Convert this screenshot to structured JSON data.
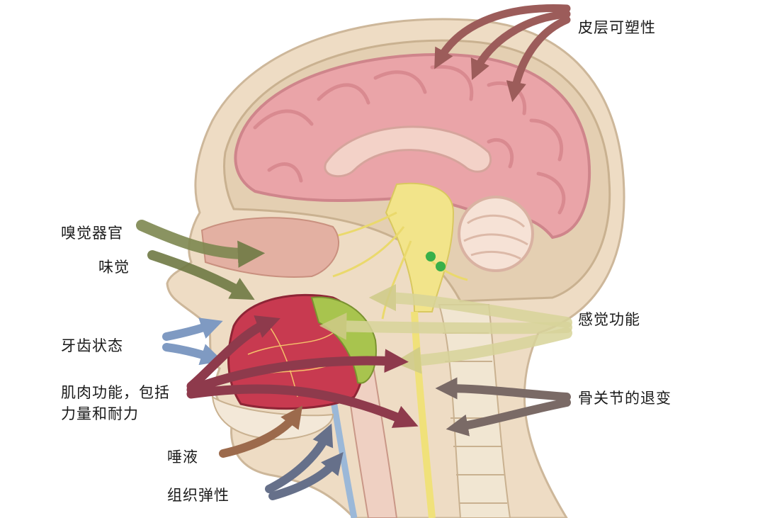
{
  "labels": {
    "cortical_plasticity": "皮层可塑性",
    "olfactory_organ": "嗅觉器官",
    "taste": "味觉",
    "sensory_function": "感觉功能",
    "dental_state": "牙齿状态",
    "muscle_function_line1": "肌肉功能，包括",
    "muscle_function_line2": "力量和耐力",
    "bone_joint_degeneration": "骨关节的退变",
    "saliva": "唾液",
    "tissue_elasticity": "组织弹性"
  },
  "colors": {
    "skin": "#eedcc4",
    "brain": "#eaa4a8",
    "brain_fold": "#d98a90",
    "nerve_yellow": "#f2e48a",
    "tongue": "#c83a50",
    "arrow_plasticity": "#9c5c5a",
    "arrow_olfactory": "#7e8850",
    "arrow_sensory": "#d8d49a",
    "arrow_dental": "#7f9ac2",
    "arrow_muscle": "#8e3a4c",
    "arrow_bone": "#7a6a66",
    "arrow_saliva": "#9c6a4c",
    "arrow_tissue": "#66708a"
  }
}
